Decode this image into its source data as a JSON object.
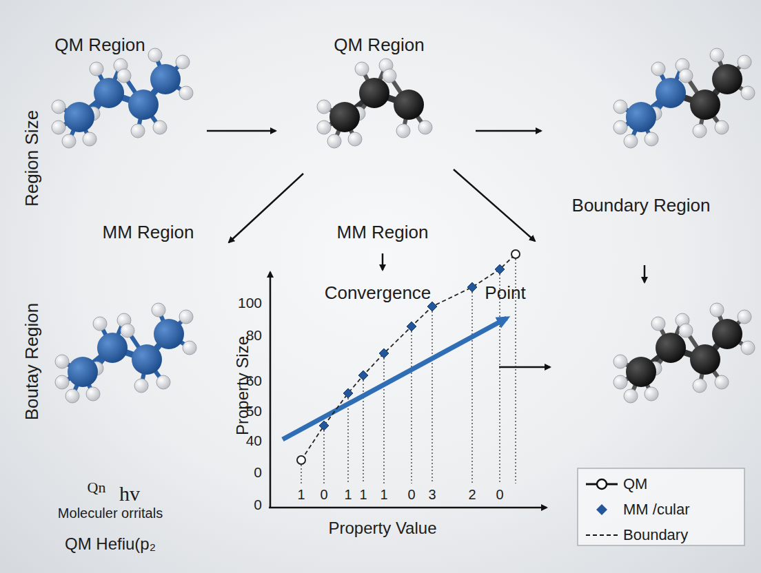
{
  "diagram": {
    "labels": [
      "QM Region",
      "QM Region",
      "Region Size",
      "MM Region",
      "MM Region",
      "Boundary Region",
      "Boutay Region",
      "Qn",
      "hv",
      "Moleculer orritals",
      "QM Hefiu(p₂",
      "Convergence",
      "Point",
      "Property Size",
      "Property Value",
      "100",
      "80",
      "60",
      "50",
      "40",
      "0",
      "0",
      "1",
      "0",
      "1",
      "1",
      "1",
      "0",
      "3",
      "2",
      "0"
    ],
    "legend": [
      {
        "text": "QM"
      },
      {
        "text": "MM /cular"
      },
      {
        "text": "Boundary"
      }
    ]
  }
}
